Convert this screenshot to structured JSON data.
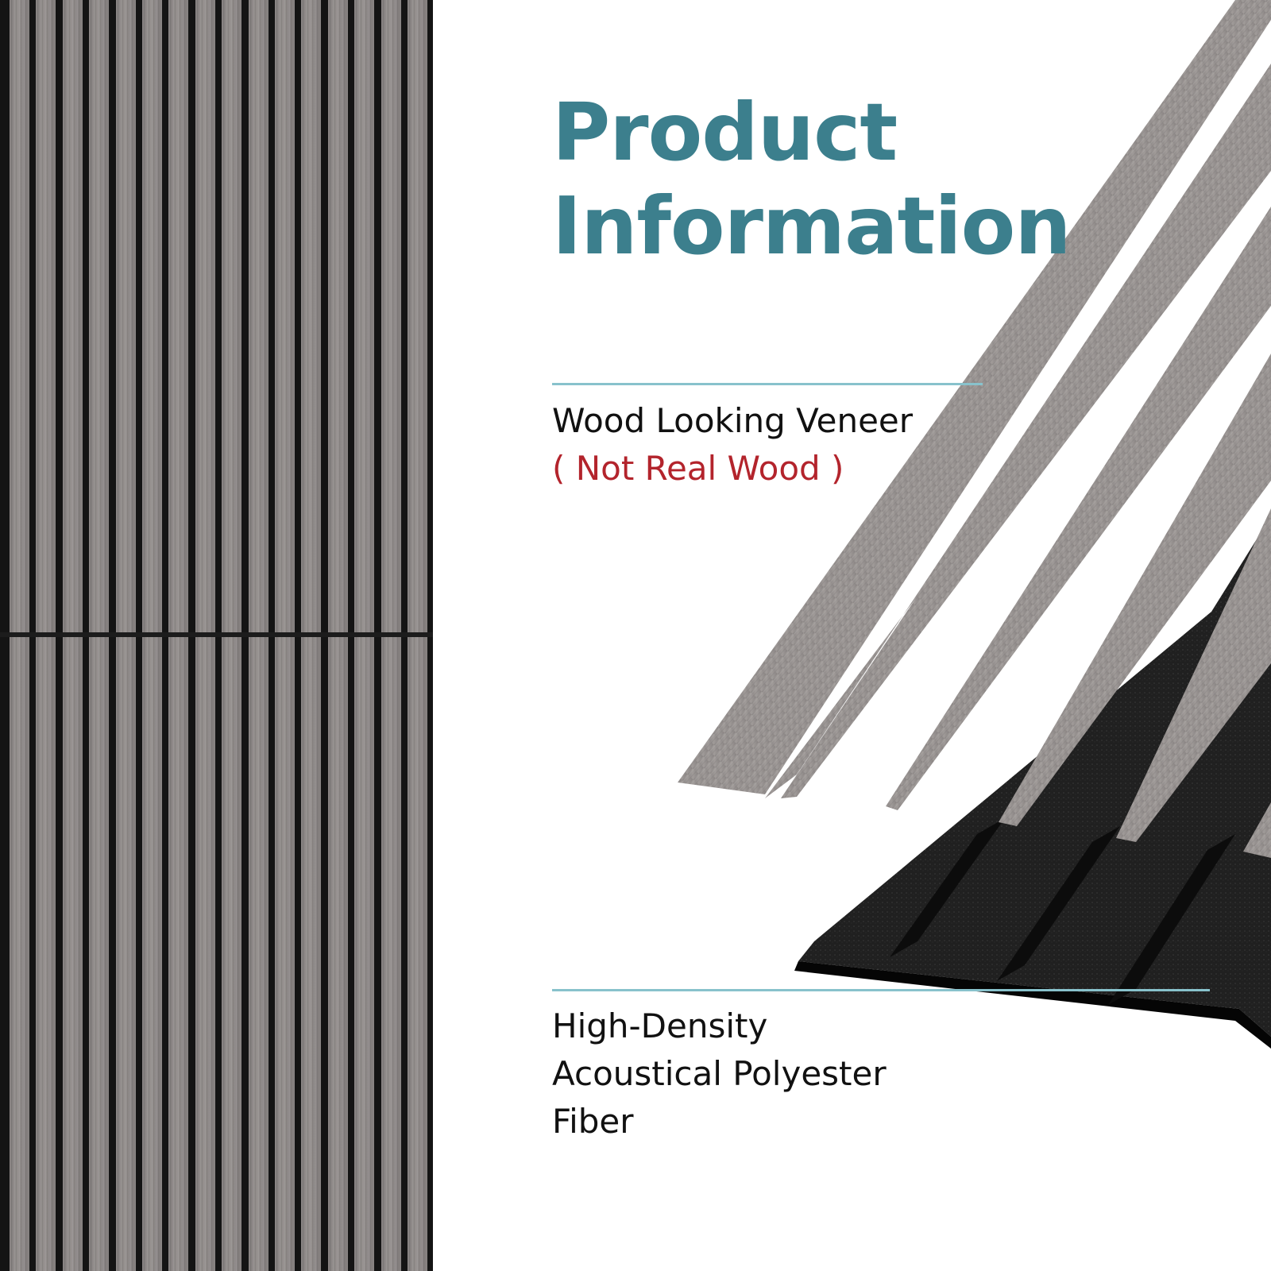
{
  "heading": {
    "line1": "Product",
    "line2": "Information"
  },
  "callouts": {
    "veneer_label": "Wood Looking Veneer",
    "veneer_note": "( Not Real Wood )",
    "fiber_lines": [
      "High-Density",
      "Acoustical Polyester",
      "Fiber"
    ]
  },
  "colors": {
    "heading": "#3c7f8d",
    "accent_rule": "#88c2cc",
    "note": "#b3242c",
    "slat_wood": "#8e8988",
    "felt": "#1a1a1a"
  }
}
